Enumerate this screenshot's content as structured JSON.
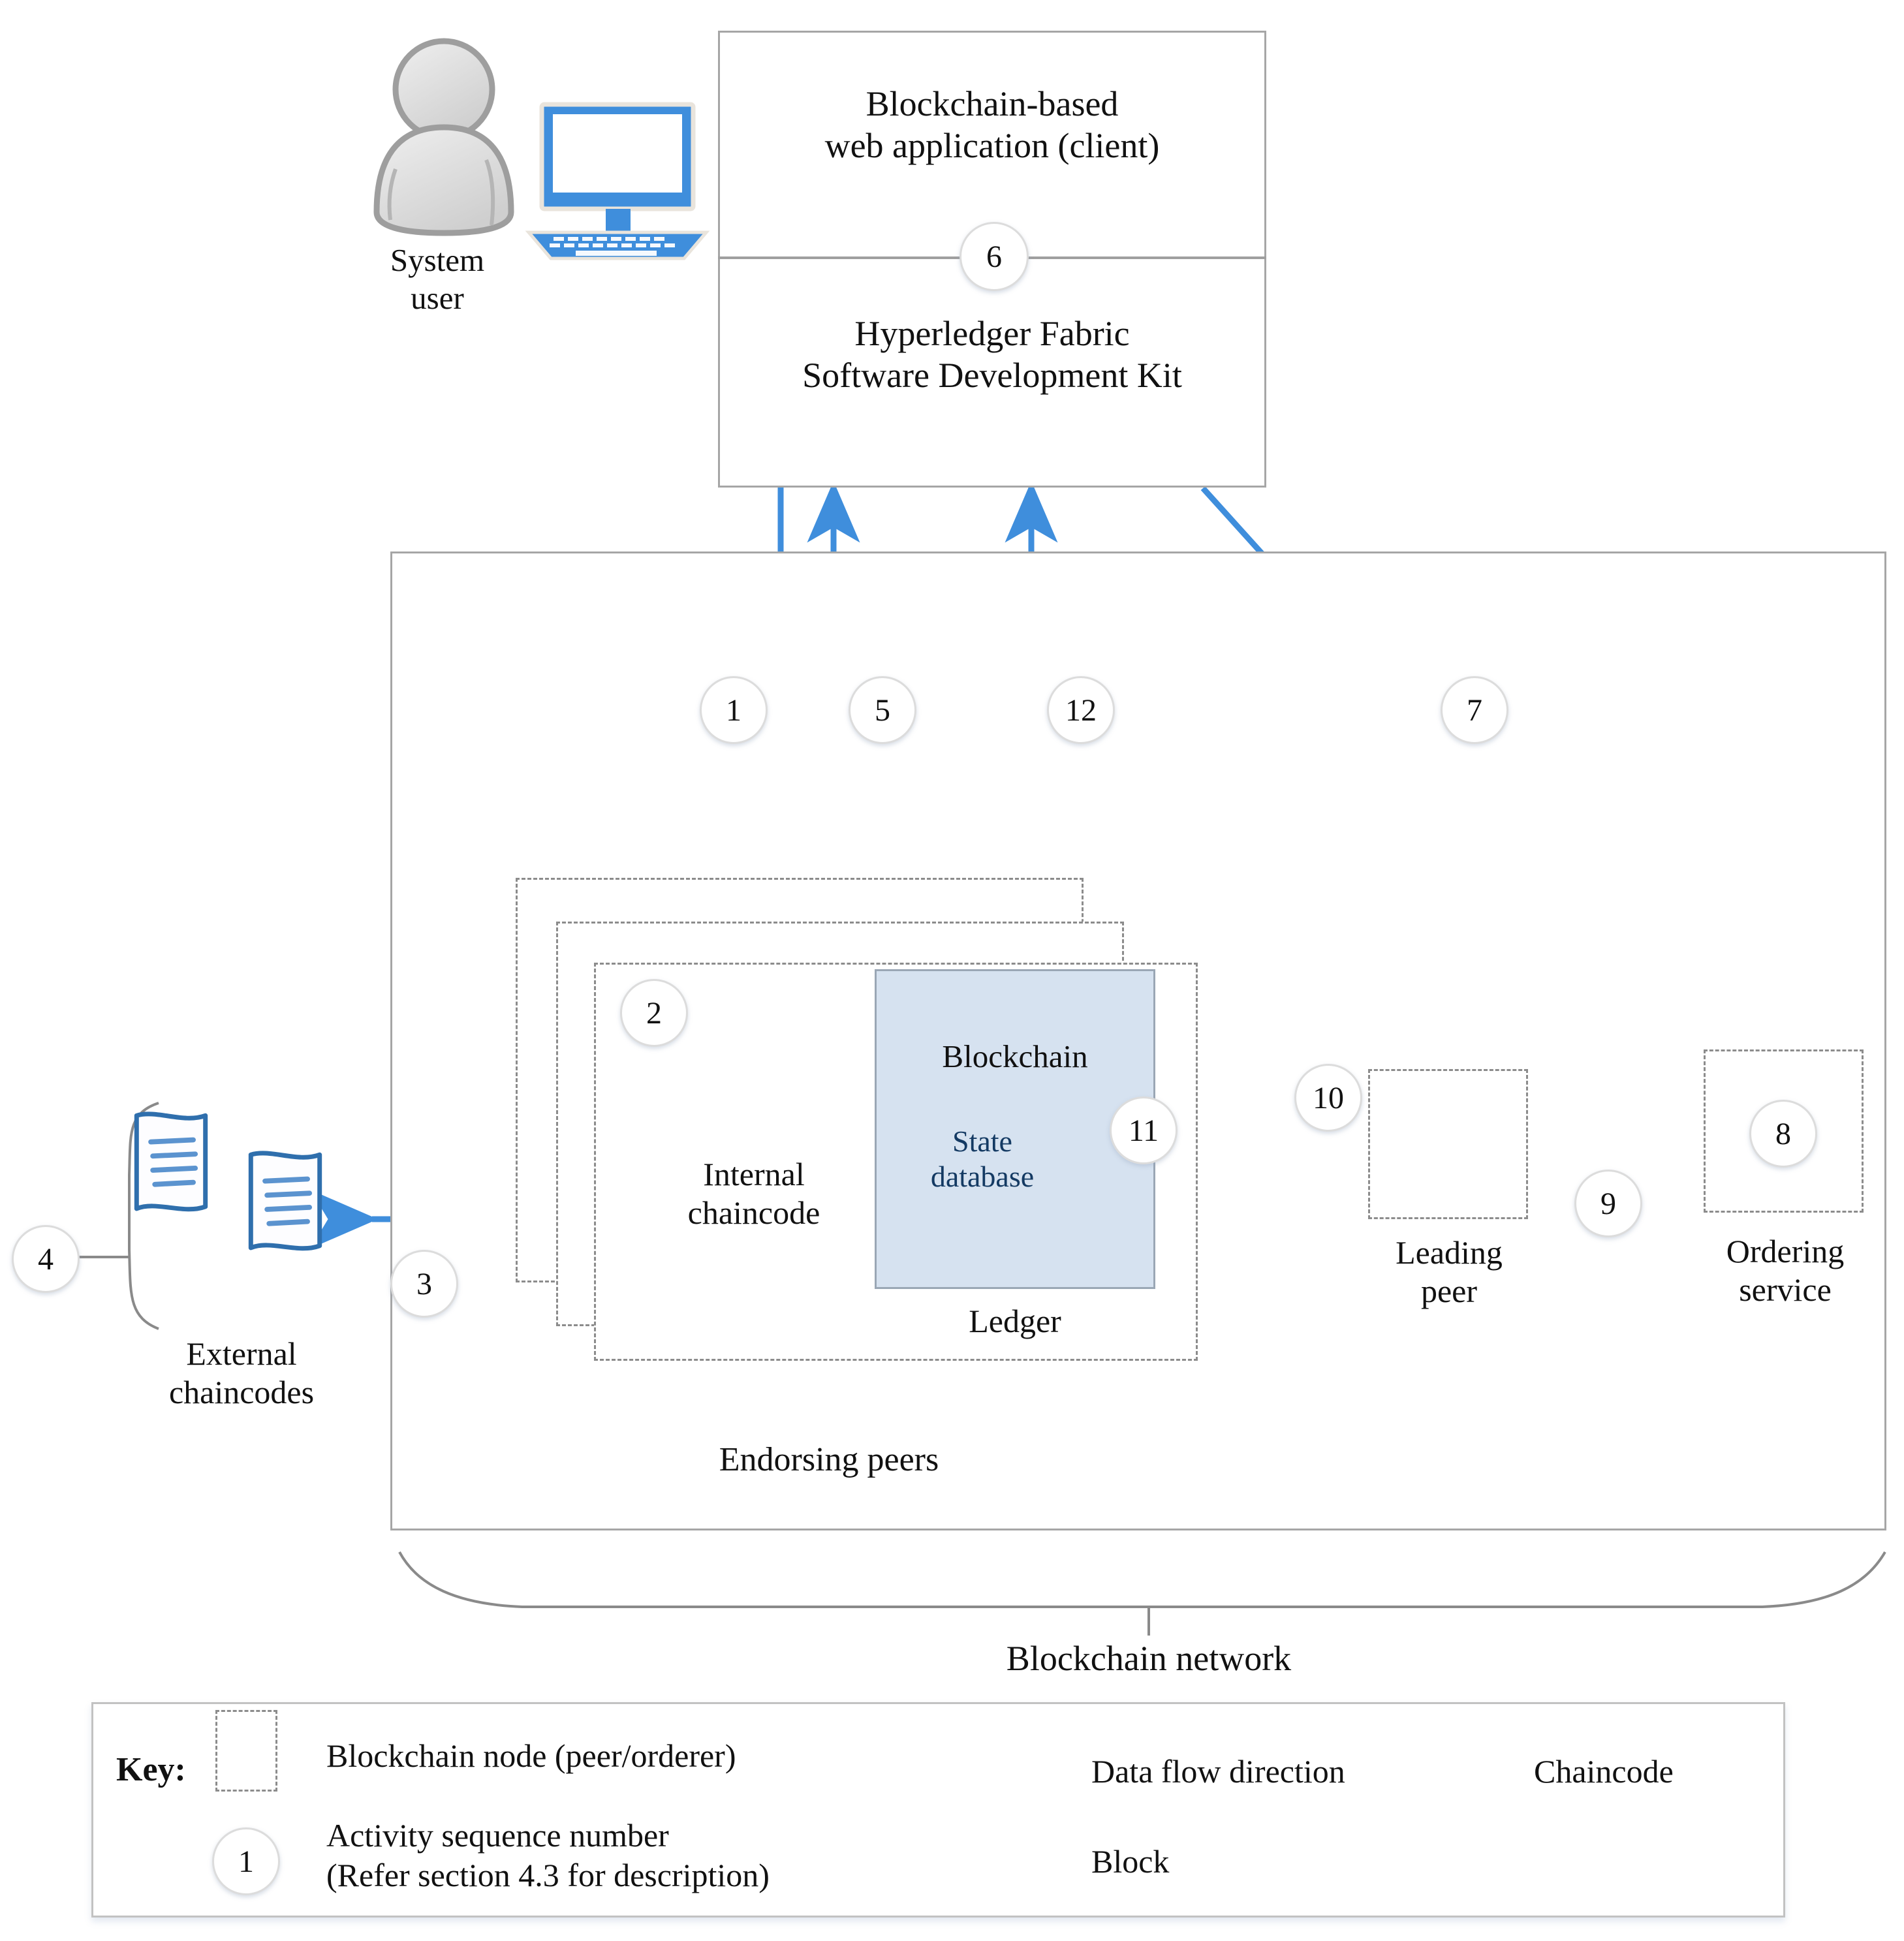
{
  "diagram": {
    "title": "Blockchain-based web application architecture with Hyperledger Fabric",
    "accent_blue": "#3f8edc",
    "block_blue": "#3b86d0",
    "ledger_fill": "#d6e2f0",
    "node_border": "#8c8c8c"
  },
  "actors": {
    "system_user_label": "System\nuser",
    "system_user_icon": "user-avatar-icon",
    "workstation_icon": "desktop-computer-icon"
  },
  "client": {
    "top_label": "Blockchain-based\nweb application (client)",
    "bottom_label": "Hyperledger Fabric\nSoftware Development Kit",
    "divider_seq": "6"
  },
  "network": {
    "label": "Blockchain network",
    "endorsing_peers_label": "Endorsing peers"
  },
  "peer": {
    "seq_chaincode": "2",
    "internal_chaincode_label": "Internal\nchaincode",
    "ledger_label": "Ledger",
    "blockchain_label": "Blockchain",
    "state_db_label": "State\ndatabase",
    "seq_ledger": "11"
  },
  "external": {
    "label": "External\nchaincodes",
    "seq_group": "4",
    "seq_flow": "3"
  },
  "leading_peer": {
    "label": "Leading\npeer",
    "seq_in": "10",
    "seq_from_orderer": "9"
  },
  "ordering": {
    "label": "Ordering\nservice",
    "seq": "8"
  },
  "flows": {
    "client_to_peer": "1",
    "peer_to_client": "5",
    "ledger_to_client": "12",
    "client_to_orderer": "7"
  },
  "legend": {
    "title": "Key:",
    "items": [
      {
        "id": "blockchain-node",
        "icon": "dashed-rectangle-icon",
        "label": "Blockchain node (peer/orderer)"
      },
      {
        "id": "data-flow",
        "icon": "right-arrow-icon",
        "label": "Data flow direction"
      },
      {
        "id": "chaincode",
        "icon": "chaincode-scroll-icon",
        "label": "Chaincode"
      },
      {
        "id": "activity-seq",
        "icon": "numbered-circle-icon",
        "icon_value": "1",
        "label": "Activity sequence number\n(Refer section 4.3 for description)"
      },
      {
        "id": "block",
        "icon": "cube-block-icon",
        "label": "Block"
      }
    ]
  }
}
